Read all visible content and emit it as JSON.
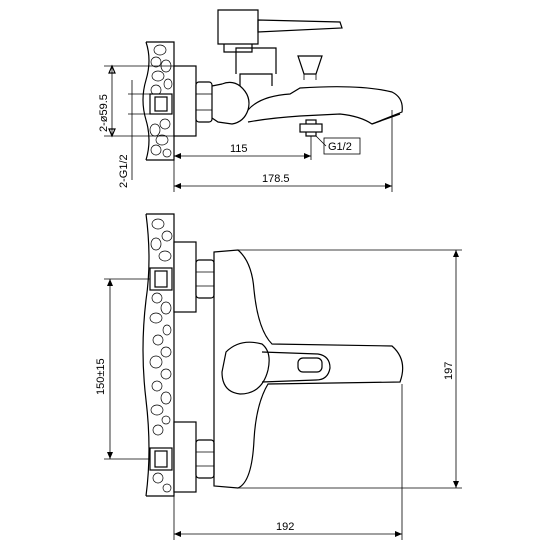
{
  "dimensions": {
    "side_view": {
      "inlet_diameter": "2-ø59.5",
      "inlet_thread": "2-G1/2",
      "outlet_thread": "G1/2",
      "spout_reach": "115",
      "overall_depth": "178.5"
    },
    "front_view": {
      "inlet_spacing": "150±15",
      "overall_height": "197",
      "overall_width": "192"
    }
  },
  "colors": {
    "line": "#000000",
    "background": "#ffffff"
  }
}
